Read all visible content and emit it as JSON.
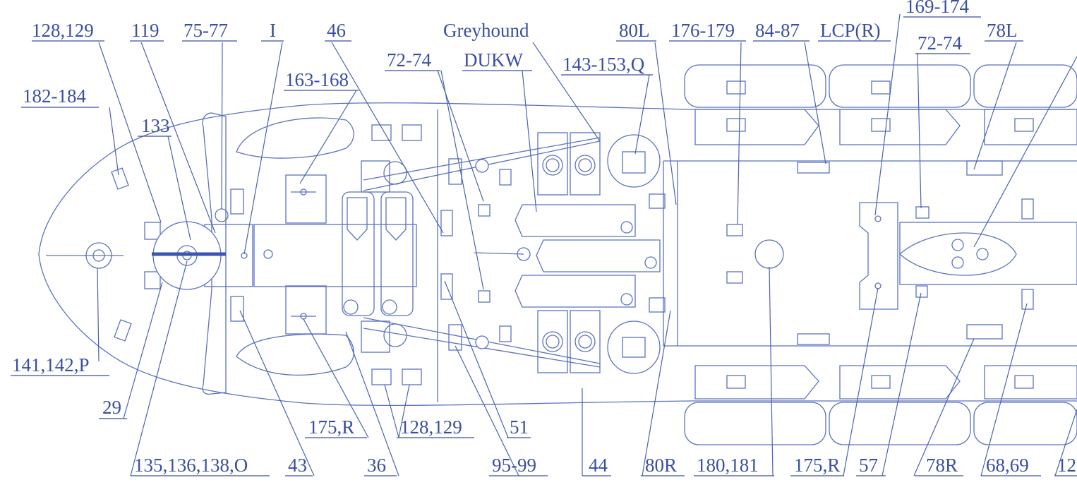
{
  "diagram": {
    "colors": {
      "ink": "#3a4fa0",
      "line": "#5b72c0",
      "background": "#ffffff"
    },
    "labels": {
      "top": {
        "l_128_129_top": "128,129",
        "l_119": "119",
        "l_75_77": "75-77",
        "l_I": "I",
        "l_46": "46",
        "l_greyhound": "Greyhound",
        "l_80L": "80L",
        "l_176_179": "176-179",
        "l_84_87": "84-87",
        "l_lcpr": "LCP(R)",
        "l_169_174": "169-174",
        "l_72_74_right": "72-74",
        "l_78L": "78L",
        "l_182_184": "182-184",
        "l_163_168": "163-168",
        "l_72_74_left": "72-74",
        "l_dukw": "DUKW",
        "l_143_153_Q": "143-153,Q",
        "l_133": "133"
      },
      "bottom": {
        "l_141_142_P": "141,142,P",
        "l_29": "29",
        "l_175R_left": "175,R",
        "l_128_129_bottom": "128,129",
        "l_51": "51",
        "l_135_136_138_O": "135,136,138,O",
        "l_43": "43",
        "l_36": "36",
        "l_95_99": "95-99",
        "l_44": "44",
        "l_80R": "80R",
        "l_180_181": "180,181",
        "l_175R_right": "175,R",
        "l_57": "57",
        "l_78R": "78R",
        "l_68_69": "68,69",
        "l_12": "12"
      }
    }
  }
}
